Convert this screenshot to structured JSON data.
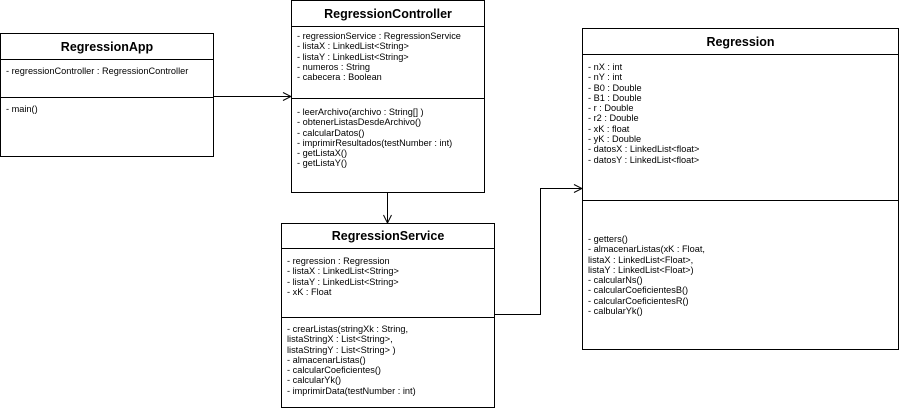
{
  "classes": {
    "regression_app": {
      "name": "RegressionApp",
      "attributes": [
        "- regressionController : RegressionController"
      ],
      "methods": [
        "- main()"
      ]
    },
    "regression_controller": {
      "name": "RegressionController",
      "attributes": [
        "- regressionService : RegressionService",
        "- listaX : LinkedList<String>",
        "- listaY : LinkedList<String>",
        "- numeros : String",
        "- cabecera : Boolean"
      ],
      "methods": [
        "- leerArchivo(archivo : String[] )",
        "- obtenerListasDesdeArchivo()",
        "- calcularDatos()",
        "- imprimirResultados(testNumber : int)",
        "- getListaX()",
        "- getListaY()"
      ]
    },
    "regression_service": {
      "name": "RegressionService",
      "attributes": [
        "- regression : Regression",
        "- listaX : LinkedList<String>",
        "- listaY : LinkedList<String>",
        "- xK : Float"
      ],
      "methods": [
        "- crearListas(stringXk : String,",
        "listaStringX : List<String>,",
        "listaStringY : List<String> )",
        "- almacenarListas()",
        "- calcularCoeficientes()",
        "- calcularYk()",
        "- imprimirData(testNumber : int)"
      ]
    },
    "regression": {
      "name": "Regression",
      "attributes": [
        "- nX : int",
        "- nY : int",
        "- B0 : Double",
        "- B1 : Double",
        "- r : Double",
        "- r2 : Double",
        "- xK : float",
        "- yK : Double",
        "- datosX : LinkedList<float>",
        "- datosY : LinkedList<float>"
      ],
      "methods": [
        "- getters()",
        "- almacenarListas(xK : Float,",
        "listaX : LinkedList<Float>,",
        "listaY : LinkedList<Float>)",
        "- calcularNs()",
        "- calcularCoeficientesB()",
        "- calcularCoeficientesR()",
        "- calbularYk()"
      ]
    }
  },
  "associations": [
    {
      "from": "RegressionApp",
      "to": "RegressionController"
    },
    {
      "from": "RegressionController",
      "to": "RegressionService"
    },
    {
      "from": "RegressionService",
      "to": "Regression"
    }
  ]
}
